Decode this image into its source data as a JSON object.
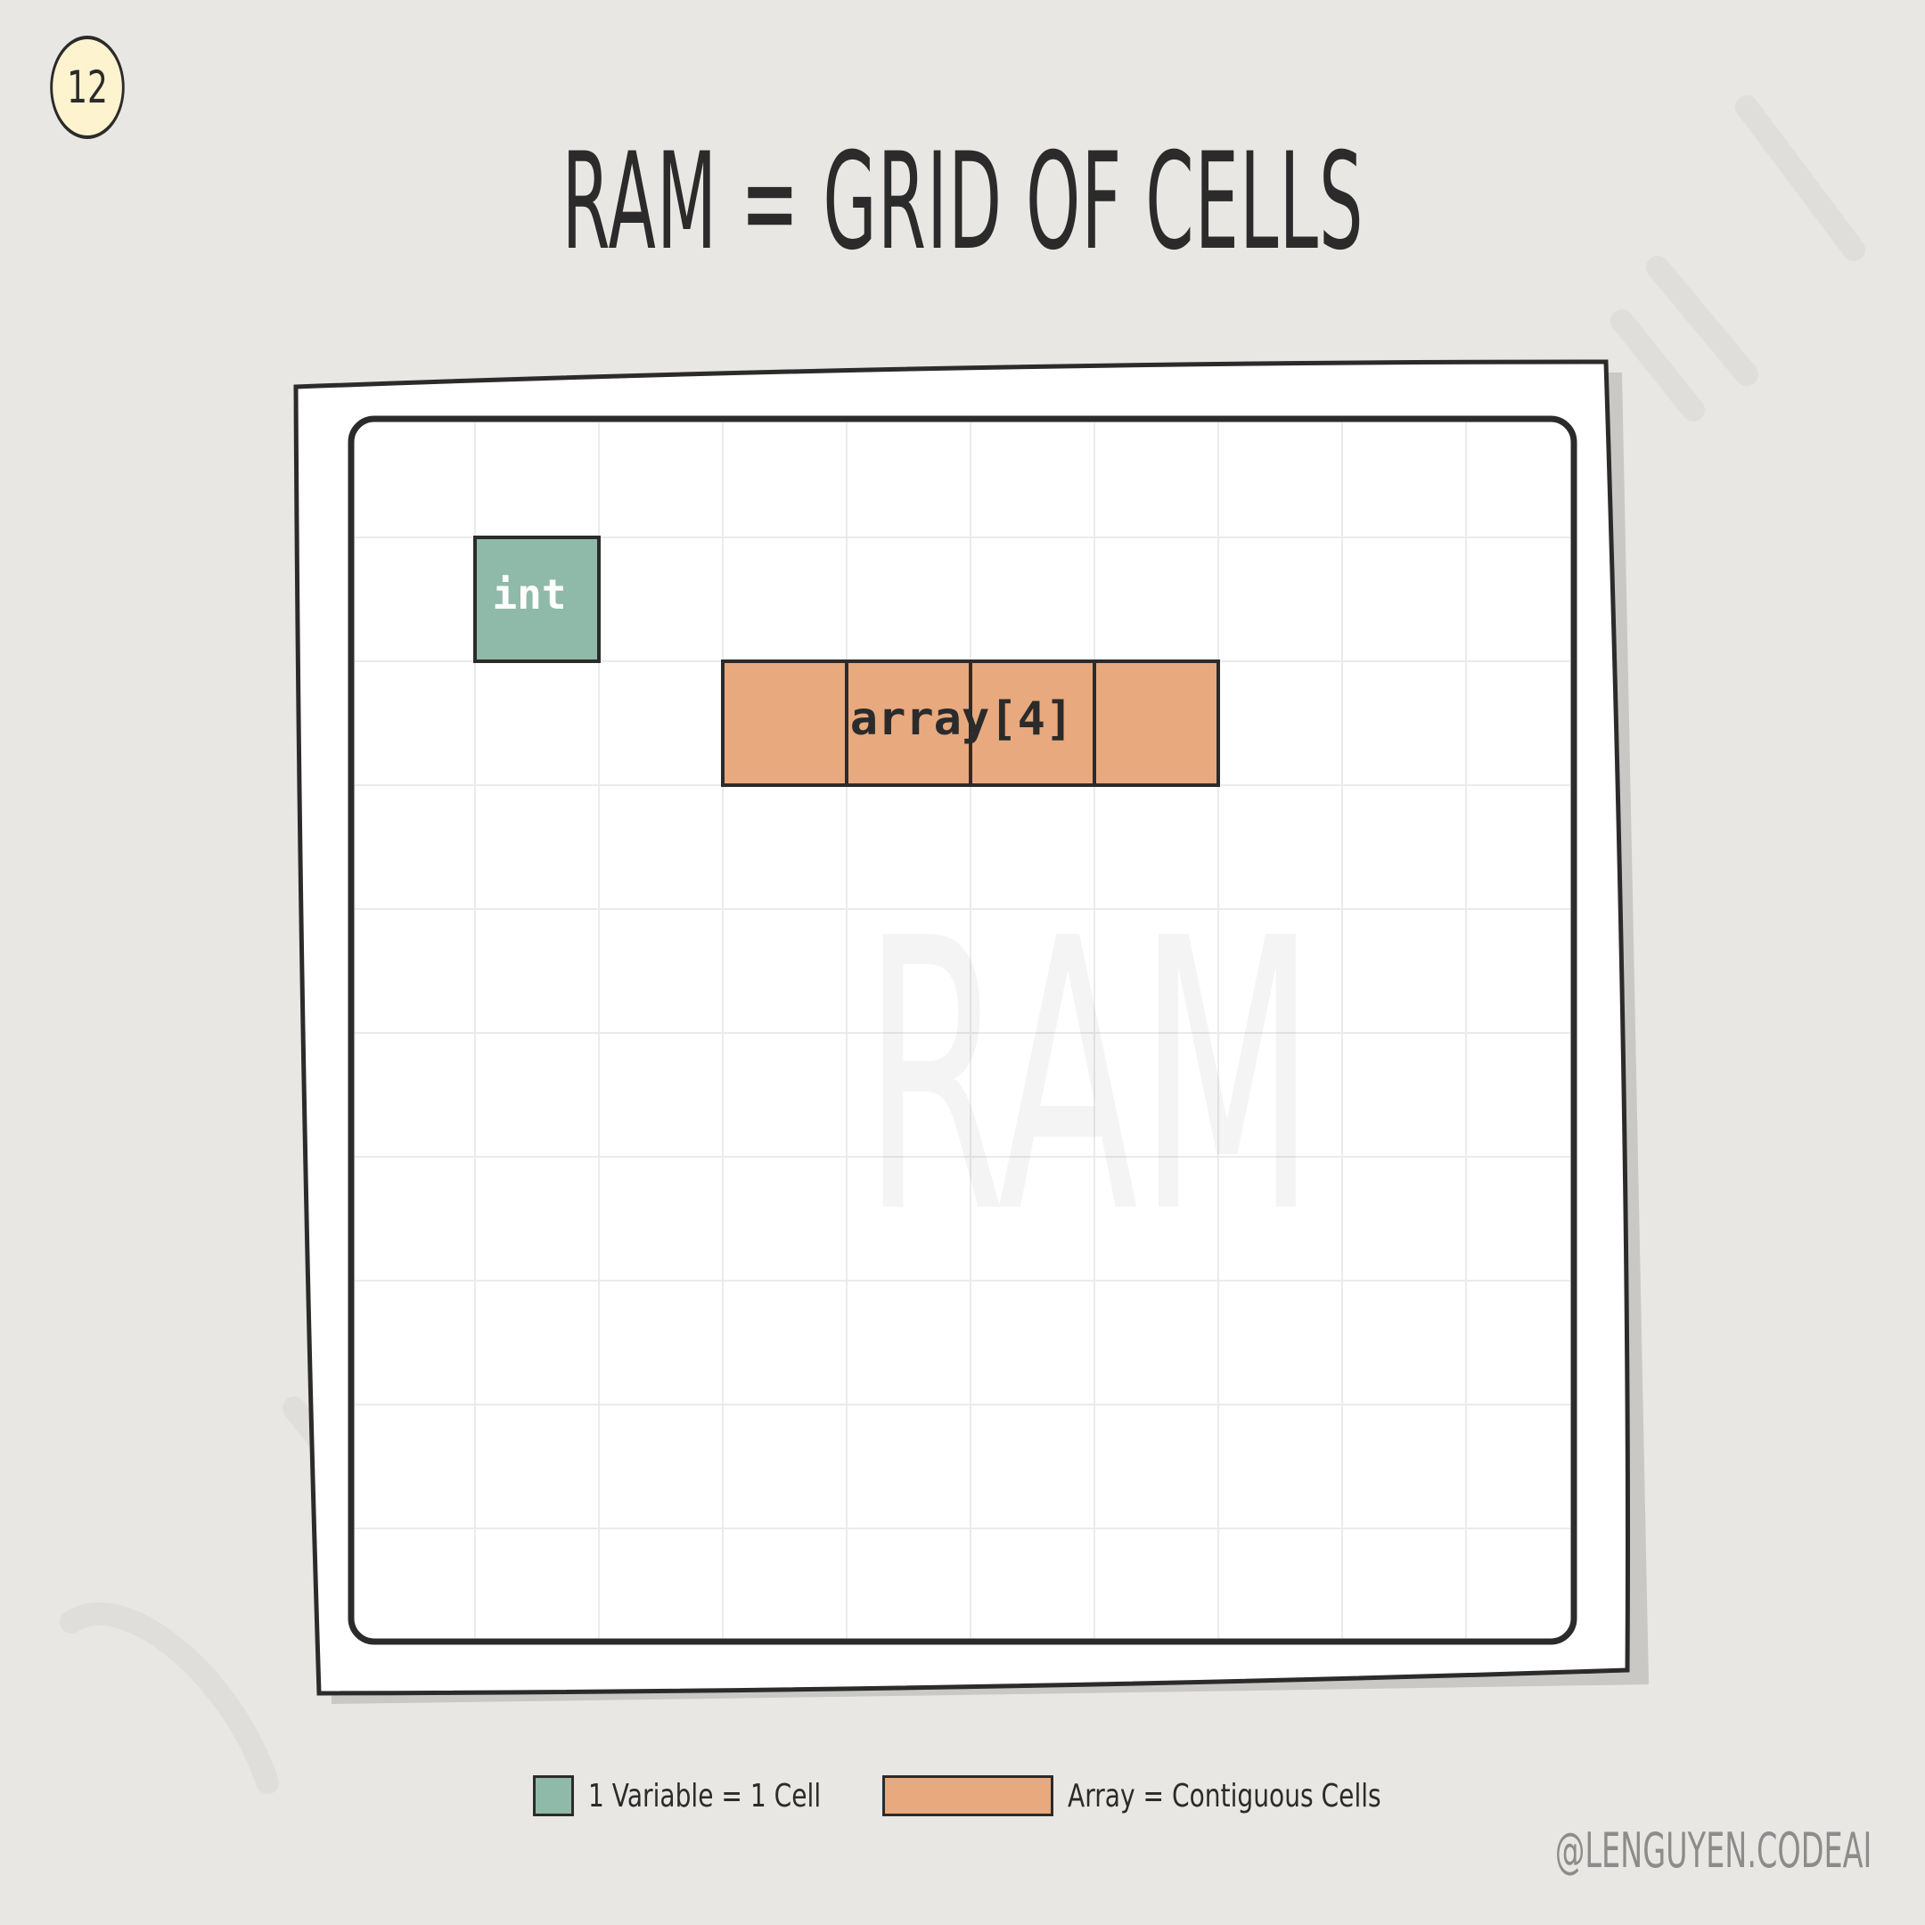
{
  "page_number": "12",
  "title": "RAM = GRID OF CELLS",
  "grid_label": "RAM",
  "grid": {
    "columns": 10,
    "rows": 10
  },
  "cells": {
    "variable": {
      "label": "int",
      "column": 1,
      "row": 1,
      "span": 1,
      "color": "#8fb9a8"
    },
    "array": {
      "label": "array[4]",
      "column": 3,
      "row": 2,
      "span": 4,
      "color": "#e8a97e"
    }
  },
  "legend": [
    {
      "label": "1 Variable = 1 Cell",
      "color": "#8fb9a8"
    },
    {
      "label": "Array = Contiguous Cells",
      "color": "#e8a97e"
    }
  ],
  "handle": "@LENGUYEN.CODEAI",
  "colors": {
    "background": "#e8e7e3",
    "ink": "#2b2b2b",
    "badge": "#fdf3cf",
    "variable": "#8fb9a8",
    "array": "#e8a97e"
  }
}
